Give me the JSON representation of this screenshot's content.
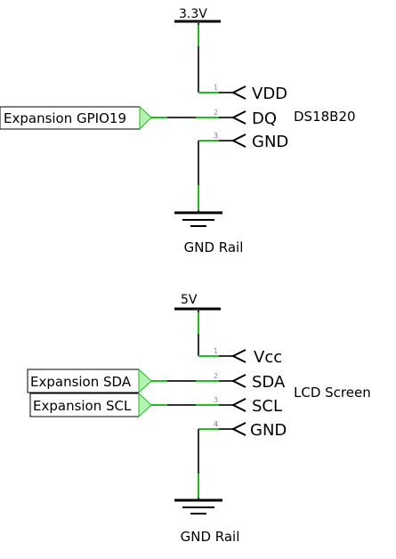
{
  "colors": {
    "wire": "#333333",
    "net_highlight": "#22bb22",
    "port_fill": "#b3f2b3",
    "port_stroke": "#22bb22",
    "pin_number": "#8888aa",
    "pin_number_alt": "#9966aa"
  },
  "circuits": [
    {
      "power_label": "3.3V",
      "ground_label": "GND Rail",
      "part_label": "DS18B20",
      "pins": [
        {
          "num": "1",
          "name": "VDD"
        },
        {
          "num": "2",
          "name": "DQ"
        },
        {
          "num": "3",
          "name": "GND"
        }
      ],
      "ports": [
        "Expansion GPIO19"
      ]
    },
    {
      "power_label": "5V",
      "ground_label": "GND Rail",
      "part_label": "LCD Screen",
      "pins": [
        {
          "num": "1",
          "name": "Vcc"
        },
        {
          "num": "2",
          "name": "SDA"
        },
        {
          "num": "3",
          "name": "SCL"
        },
        {
          "num": "4",
          "name": "GND"
        }
      ],
      "ports": [
        "Expansion SDA",
        "Expansion SCL"
      ]
    }
  ]
}
